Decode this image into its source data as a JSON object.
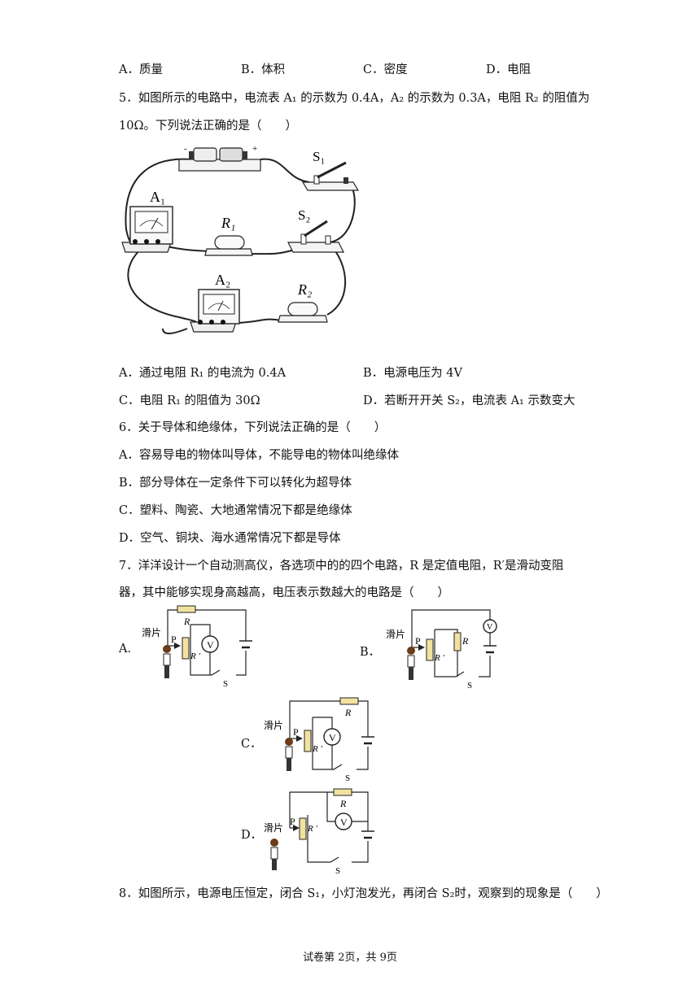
{
  "q4_options": [
    "A．质量",
    "B．体积",
    "C．密度",
    "D．电阻"
  ],
  "q5": {
    "line1": "5．如图所示的电路中，电流表 A₁ 的示数为 0.4A，A₂ 的示数为 0.3A，电阻 R₂ 的阻值为",
    "line2": "10Ω。下列说法正确的是（　　）",
    "figure_labels": {
      "s1": "S₁",
      "s2": "S₂",
      "a1": "A₁",
      "a2": "A₂",
      "r1": "R₁",
      "r2": "R₂",
      "minus": "-",
      "plus": "+"
    },
    "options": [
      "A．通过电阻 R₁ 的电流为 0.4A",
      "B．电源电压为 4V",
      "C．电阻 R₁ 的阻值为 30Ω",
      "D．若断开开关 S₂，电流表 A₁ 示数变大"
    ]
  },
  "q6": {
    "stem": "6．关于导体和绝缘体，下列说法正确的是（　　）",
    "options": [
      "A．容易导电的物体叫导体，不能导电的物体叫绝缘体",
      "B．部分导体在一定条件下可以转化为超导体",
      "C．塑料、陶瓷、大地通常情况下都是绝缘体",
      "D．空气、铜块、海水通常情况下都是导体"
    ]
  },
  "q7": {
    "line1": "7．洋洋设计一个自动测高仪，各选项中的的四个电路，R 是定值电阻，R′是滑动变阻",
    "line2": "器，其中能够实现身高越高，电压表示数越大的电路是（　　）",
    "option_letters": [
      "A.",
      "B．",
      "C．",
      "D．"
    ],
    "circuit_labels": {
      "slider": "滑片",
      "p": "P",
      "r": "R",
      "rprime": "R ′",
      "v": "V",
      "s": "S"
    }
  },
  "q8": {
    "stem": "8．如图所示，电源电压恒定，闭合 S₁，小灯泡发光，再闭合 S₂时，观察到的现象是（　　）"
  },
  "footer": "试卷第 2页，共 9页"
}
